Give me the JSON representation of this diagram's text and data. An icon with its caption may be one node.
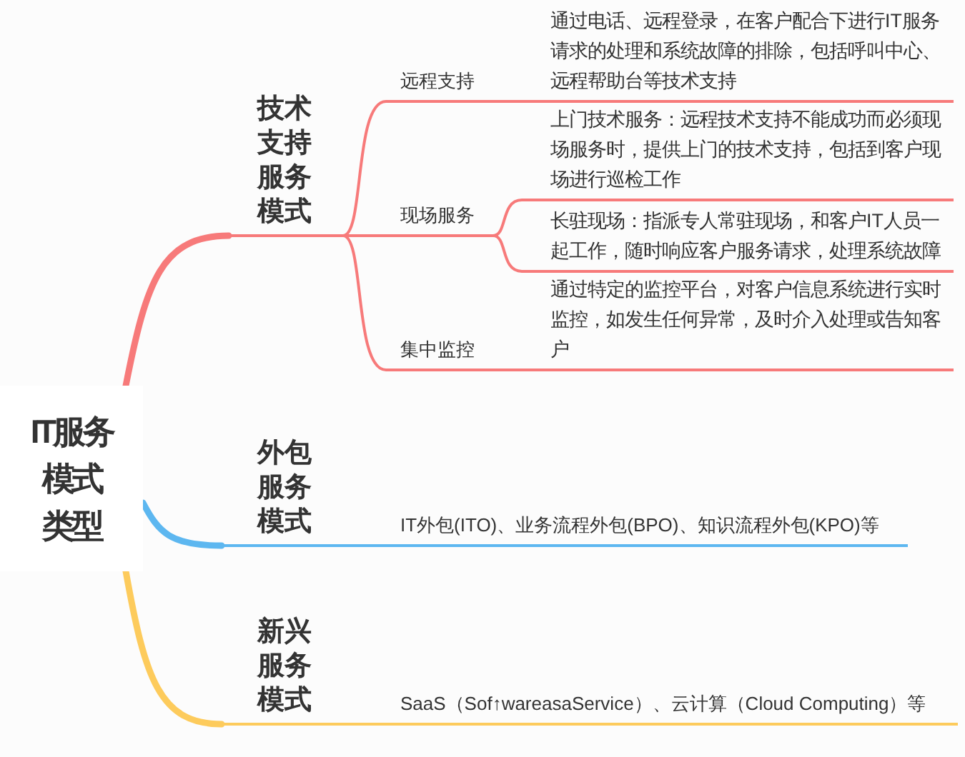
{
  "diagram": {
    "nodes": [
      {
        "text": [
          "IT服务模式类型"
        ]
      },
      {
        "text": [
          "技术支持服务模式"
        ]
      },
      {
        "text": [
          "远程支持"
        ]
      },
      {
        "text": [
          "通过电话、远程登录，在客户配合下进行IT服务请求的处理和系统故障的排除，包括呼叫中心、远程帮助台等技术支持"
        ]
      },
      {
        "text": [
          "现场服务"
        ]
      },
      {
        "text": [
          "上门技术服务：远程技术支持不能成功而必须现场服务时，提供上门的技术支持，包括到客户现场进行巡检工作"
        ]
      },
      {
        "text": [
          "长驻现场：指派专人常驻现场，和客户IT人员一起工作，随时响应客户服务请求，处理系统故障"
        ]
      },
      {
        "text": [
          "集中监控"
        ]
      },
      {
        "text": [
          "通过特定的监控平台，对客户信息系统进行实时监控，如发生任何异常，及时介入处理或告知客户"
        ]
      },
      {
        "text": [
          "外包服务模式"
        ]
      },
      {
        "text": [
          "IT外包(ITO)、业务流程外包(BPO)、知识流程外包(KPO)等"
        ]
      },
      {
        "text": [
          "新兴服务模式"
        ]
      },
      {
        "text": [
          "SaaS（Sof↑wareasaService）、云计算（Cloud Computing）等"
        ]
      }
    ],
    "edges": [
      {
        "from": 0,
        "to": 1,
        "arrow": "none",
        "style": "thick"
      },
      {
        "from": 1,
        "to": 2,
        "arrow": "none"
      },
      {
        "from": 2,
        "to": 3,
        "arrow": "none"
      },
      {
        "from": 1,
        "to": 4,
        "arrow": "none"
      },
      {
        "from": 4,
        "to": 5,
        "arrow": "none"
      },
      {
        "from": 4,
        "to": 6,
        "arrow": "none"
      },
      {
        "from": 1,
        "to": 7,
        "arrow": "none"
      },
      {
        "from": 7,
        "to": 8,
        "arrow": "none"
      },
      {
        "from": 0,
        "to": 9,
        "arrow": "none",
        "style": "thick",
        "color": "#5db7f0"
      },
      {
        "from": 9,
        "to": 10,
        "arrow": "none",
        "color": "#5db7f0"
      },
      {
        "from": 0,
        "to": 11,
        "arrow": "none",
        "style": "thick",
        "color": "#fdcb5c"
      },
      {
        "from": 11,
        "to": 12,
        "arrow": "none",
        "color": "#fdcb5c"
      }
    ]
  }
}
